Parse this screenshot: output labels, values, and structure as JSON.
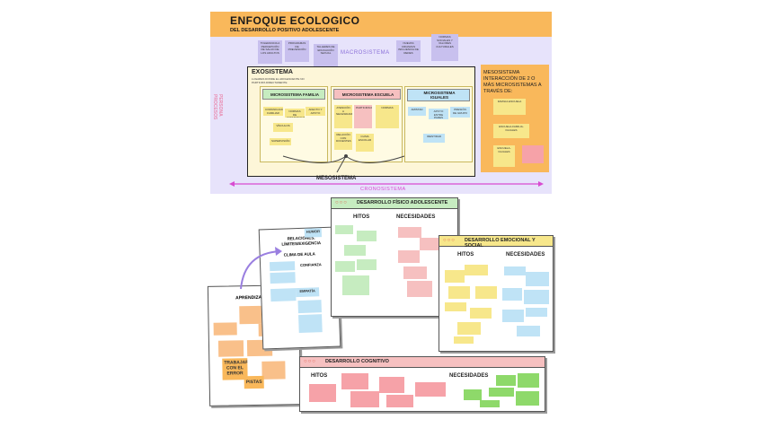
{
  "header": {
    "title": "ENFOQUE ECOLOGICO",
    "subtitle": "DEL DESARROLLO POSITIVO ADOLESCENTE"
  },
  "macro": {
    "label": "MACROSISTEMA",
    "notes": [
      "TOLERANCIA A PERCEPCIÓN DE SALUD DE LOS ADULTOS",
      "PROGRAMAS DE PREVENCIÓN",
      "TALLERES DE EDUCACIÓN SEXUAL",
      "NUEVAS CRIANZAS INFLUENCIA DE REDES",
      "NORMAS SOCIALES Y VALORES CULTURALES"
    ]
  },
  "side_label": "PERSONA PROCESOS",
  "exo": {
    "label": "EXOSISTEMA",
    "desc": "LUGARES DONDE EL ADOLESCENTE NO PARTICIPA DIRECTAMENTE"
  },
  "micro": [
    {
      "label": "MICROSISTEMA FAMILIA",
      "notes": [
        "COMUNICACIÓN FAMILIAR",
        "NORMAS DE CONVIVENCIA",
        "AFECTO Y APOYO",
        "VÍNCULOS",
        "SUPERVISIÓN"
      ]
    },
    {
      "label": "MICROSISTEMA ESCUELA",
      "notes": [
        "ATENCIÓN A NECESIDADES",
        "PARTICIPACIÓN",
        "NORMAS",
        "RELACIÓN CON DOCENTES",
        "CLIMA ESCOLAR"
      ]
    },
    {
      "label": "MICROSISTEMA IGUALES",
      "notes": [
        "AMISTAD",
        "APOYO ENTRE PARES",
        "PRESIÓN DE GRUPO",
        "IDENTIDAD"
      ]
    }
  ],
  "meso": {
    "label": "MESOSISTEMA",
    "desc": "MESOSISTEMA INTERACCIÓN DE 2 O MÁS MICROSISTEMAS A TRAVÉS DE:",
    "notes": [
      "FAMILIA-ESCUELA",
      "ESCUELA-FAMILIA-IGUALES",
      "ESCUELA-IGUALES"
    ]
  },
  "crono": {
    "label": "CRONOSISTEMA"
  },
  "aprendizaje": {
    "title": "APRENDIZAJE",
    "big_notes": [
      "TRABAJAR CON EL ERROR",
      "PISTAS"
    ]
  },
  "relaciones": {
    "title": "RELACIONES, LÍMITES/EXIGENCIA",
    "subtitle": "CLIMA DE AULA",
    "labels": [
      "HUMOR",
      "EMPATÍA",
      "CONFIANZA"
    ]
  },
  "fisico": {
    "title": "DESARROLLO FÍSICO ADOLESCENTE",
    "hitos": "HITOS",
    "necesidades": "NECESIDADES"
  },
  "emocional": {
    "title": "DESARROLLO EMOCIONAL Y SOCIAL",
    "hitos": "HITOS",
    "necesidades": "NECESIDADES"
  },
  "cognitivo": {
    "title": "DESARROLLO COGNITIVO",
    "hitos": "HITOS",
    "necesidades": "NECESIDADES"
  },
  "colors": {
    "header_bg": "#f9b85b",
    "panel_bg": "#e7e3fb",
    "exo_bg": "#fdf6d8",
    "micro1": "#c6ecc0",
    "micro2": "#f6c0c0",
    "micro3": "#bfe3f6",
    "crono": "#d84bd1",
    "fisico_bar": "#c6ecc0",
    "emocional_bar": "#f7e78b",
    "cognitivo_bar": "#f6c0c0"
  }
}
